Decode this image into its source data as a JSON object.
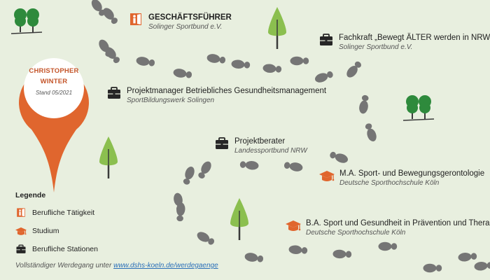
{
  "person": {
    "name_line1": "CHRISTOPHER",
    "name_line2": "WINTER",
    "date": "Stand 05/2021"
  },
  "stations": [
    {
      "id": "geschaeftsfuehrer",
      "title": "GESCHÄFTSFÜHRER",
      "sub": "Solinger Sportbund e.V.",
      "icon": "door-person-icon",
      "bold": true
    },
    {
      "id": "fachkraft",
      "title": "Fachkraft „Bewegt ÄLTER werden in NRW“",
      "sub": "Solinger Sportbund e.V.",
      "icon": "briefcase-icon",
      "bold": false
    },
    {
      "id": "projektmanager",
      "title": "Projektmanager Betriebliches Gesundheitsmanagement",
      "sub": "SportBildungswerk Solingen",
      "icon": "briefcase-icon",
      "bold": false
    },
    {
      "id": "projektberater",
      "title": "Projektberater",
      "sub": "Landessportbund NRW",
      "icon": "briefcase-icon",
      "bold": false
    },
    {
      "id": "ma",
      "title": "M.A. Sport- und Bewegungsgerontologie",
      "sub": "Deutsche Sporthochschule Köln",
      "icon": "graduation-cap-icon",
      "bold": false
    },
    {
      "id": "ba",
      "title": "B.A. Sport und Gesundheit in Prävention und Therapie",
      "sub": "Deutsche Sporthochschule Köln",
      "icon": "graduation-cap-icon",
      "bold": false
    }
  ],
  "legend": {
    "title": "Legende",
    "items": [
      {
        "label": "Berufliche Tätigkeit",
        "icon": "door-person-icon"
      },
      {
        "label": "Studium",
        "icon": "graduation-cap-icon"
      },
      {
        "label": "Berufliche Stationen",
        "icon": "briefcase-icon"
      }
    ]
  },
  "footer": {
    "text": "Vollständiger Werdegang unter",
    "link": "www.dshs-koeln.de/werdegaenge"
  },
  "colors": {
    "background": "#e8efdf",
    "accent": "#e0662e",
    "dark": "#262626",
    "footprint": "#757575",
    "tree_light": "#8bbf4f",
    "tree_dark": "#2e8a3c"
  }
}
